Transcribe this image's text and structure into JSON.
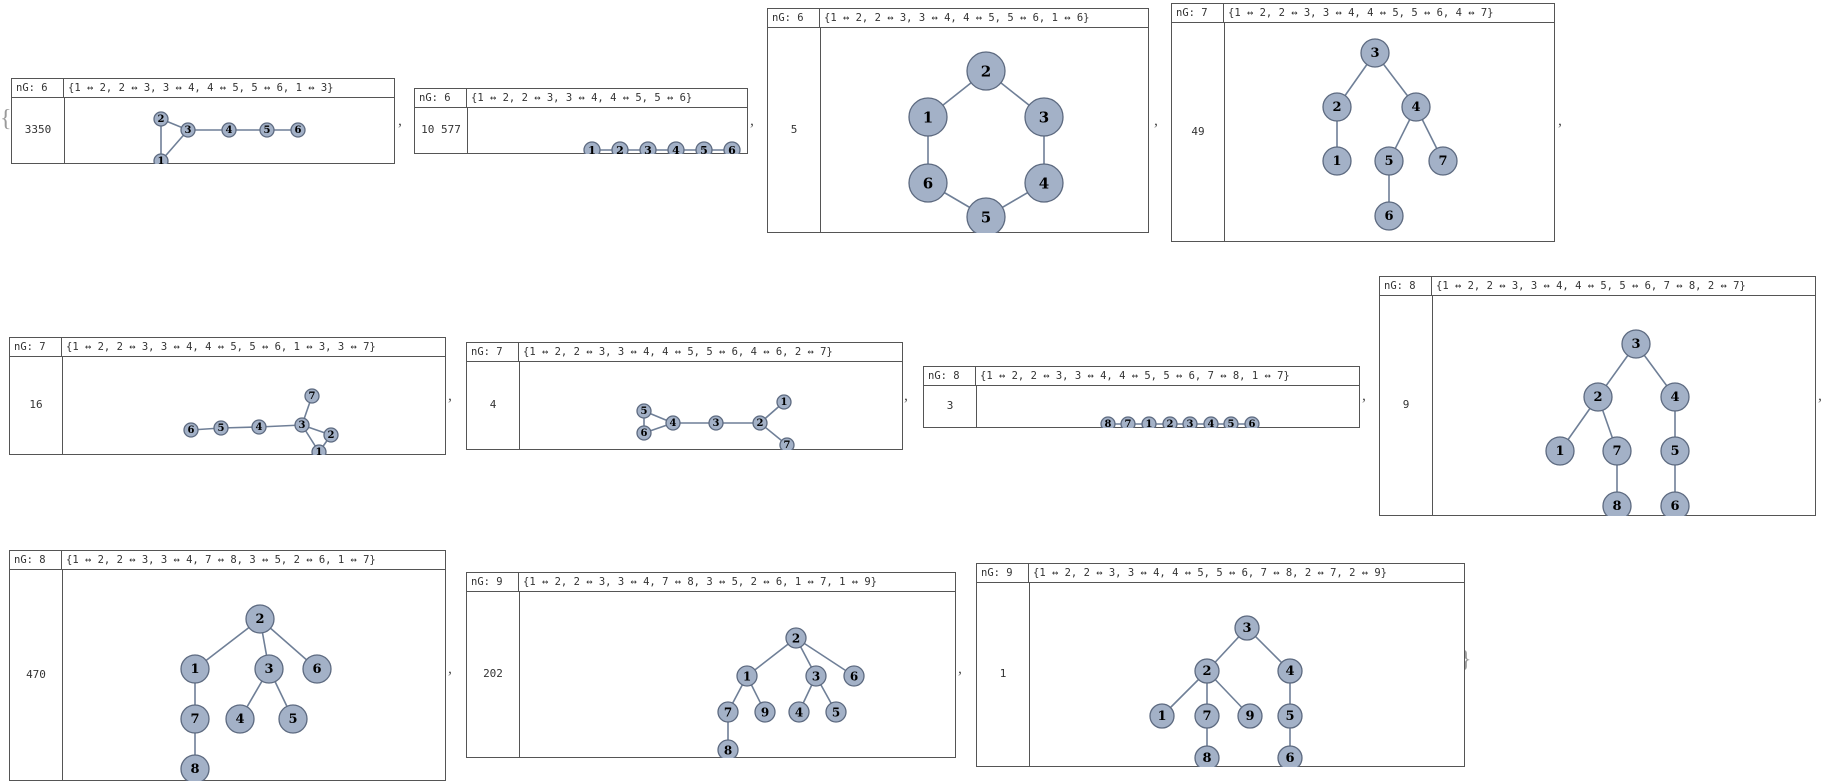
{
  "colors": {
    "node_fill": "#a3b1c7",
    "node_stroke": "#5d6a80",
    "edge": "#6f7f97",
    "border": "#555555"
  },
  "list": {
    "open_brace": "{",
    "close_brace": "}",
    "separator": ","
  },
  "graphs": [
    {
      "ng_label": "nG: 6",
      "edges_text": "{1 ↔ 2, 2 ↔ 3, 3 ↔ 4, 4 ↔ 5, 5 ↔ 6, 1 ↔ 3}",
      "count": "3350",
      "edges": [
        [
          1,
          2
        ],
        [
          2,
          3
        ],
        [
          3,
          4
        ],
        [
          4,
          5
        ],
        [
          5,
          6
        ],
        [
          1,
          3
        ]
      ]
    },
    {
      "ng_label": "nG: 6",
      "edges_text": "{1 ↔ 2, 2 ↔ 3, 3 ↔ 4, 4 ↔ 5, 5 ↔ 6}",
      "count": "10 577",
      "edges": [
        [
          1,
          2
        ],
        [
          2,
          3
        ],
        [
          3,
          4
        ],
        [
          4,
          5
        ],
        [
          5,
          6
        ]
      ]
    },
    {
      "ng_label": "nG: 6",
      "edges_text": "{1 ↔ 2, 2 ↔ 3, 3 ↔ 4, 4 ↔ 5, 5 ↔ 6, 1 ↔ 6}",
      "count": "5",
      "edges": [
        [
          1,
          2
        ],
        [
          2,
          3
        ],
        [
          3,
          4
        ],
        [
          4,
          5
        ],
        [
          5,
          6
        ],
        [
          1,
          6
        ]
      ]
    },
    {
      "ng_label": "nG: 7",
      "edges_text": "{1 ↔ 2, 2 ↔ 3, 3 ↔ 4, 4 ↔ 5, 5 ↔ 6, 4 ↔ 7}",
      "count": "49",
      "edges": [
        [
          1,
          2
        ],
        [
          2,
          3
        ],
        [
          3,
          4
        ],
        [
          4,
          5
        ],
        [
          5,
          6
        ],
        [
          4,
          7
        ]
      ]
    },
    {
      "ng_label": "nG: 7",
      "edges_text": "{1 ↔ 2, 2 ↔ 3, 3 ↔ 4, 4 ↔ 5, 5 ↔ 6, 1 ↔ 3, 3 ↔ 7}",
      "count": "16",
      "edges": [
        [
          1,
          2
        ],
        [
          2,
          3
        ],
        [
          3,
          4
        ],
        [
          4,
          5
        ],
        [
          5,
          6
        ],
        [
          1,
          3
        ],
        [
          3,
          7
        ]
      ]
    },
    {
      "ng_label": "nG: 7",
      "edges_text": "{1 ↔ 2, 2 ↔ 3, 3 ↔ 4, 4 ↔ 5, 5 ↔ 6, 4 ↔ 6, 2 ↔ 7}",
      "count": "4",
      "edges": [
        [
          1,
          2
        ],
        [
          2,
          3
        ],
        [
          3,
          4
        ],
        [
          4,
          5
        ],
        [
          5,
          6
        ],
        [
          4,
          6
        ],
        [
          2,
          7
        ]
      ]
    },
    {
      "ng_label": "nG: 8",
      "edges_text": "{1 ↔ 2, 2 ↔ 3, 3 ↔ 4, 4 ↔ 5, 5 ↔ 6, 7 ↔ 8, 1 ↔ 7}",
      "count": "3",
      "edges": [
        [
          1,
          2
        ],
        [
          2,
          3
        ],
        [
          3,
          4
        ],
        [
          4,
          5
        ],
        [
          5,
          6
        ],
        [
          7,
          8
        ],
        [
          1,
          7
        ]
      ]
    },
    {
      "ng_label": "nG: 8",
      "edges_text": "{1 ↔ 2, 2 ↔ 3, 3 ↔ 4, 4 ↔ 5, 5 ↔ 6, 7 ↔ 8, 2 ↔ 7}",
      "count": "9",
      "edges": [
        [
          1,
          2
        ],
        [
          2,
          3
        ],
        [
          3,
          4
        ],
        [
          4,
          5
        ],
        [
          5,
          6
        ],
        [
          7,
          8
        ],
        [
          2,
          7
        ]
      ]
    },
    {
      "ng_label": "nG: 8",
      "edges_text": "{1 ↔ 2, 2 ↔ 3, 3 ↔ 4, 7 ↔ 8, 3 ↔ 5, 2 ↔ 6, 1 ↔ 7}",
      "count": "470",
      "edges": [
        [
          1,
          2
        ],
        [
          2,
          3
        ],
        [
          3,
          4
        ],
        [
          7,
          8
        ],
        [
          3,
          5
        ],
        [
          2,
          6
        ],
        [
          1,
          7
        ]
      ]
    },
    {
      "ng_label": "nG: 9",
      "edges_text": "{1 ↔ 2, 2 ↔ 3, 3 ↔ 4, 7 ↔ 8, 3 ↔ 5, 2 ↔ 6, 1 ↔ 7, 1 ↔ 9}",
      "count": "202",
      "edges": [
        [
          1,
          2
        ],
        [
          2,
          3
        ],
        [
          3,
          4
        ],
        [
          7,
          8
        ],
        [
          3,
          5
        ],
        [
          2,
          6
        ],
        [
          1,
          7
        ],
        [
          1,
          9
        ]
      ]
    },
    {
      "ng_label": "nG: 9",
      "edges_text": "{1 ↔ 2, 2 ↔ 3, 3 ↔ 4, 4 ↔ 5, 5 ↔ 6, 7 ↔ 8, 2 ↔ 7, 2 ↔ 9}",
      "count": "1",
      "edges": [
        [
          1,
          2
        ],
        [
          2,
          3
        ],
        [
          3,
          4
        ],
        [
          4,
          5
        ],
        [
          5,
          6
        ],
        [
          7,
          8
        ],
        [
          2,
          7
        ],
        [
          2,
          9
        ]
      ]
    }
  ]
}
